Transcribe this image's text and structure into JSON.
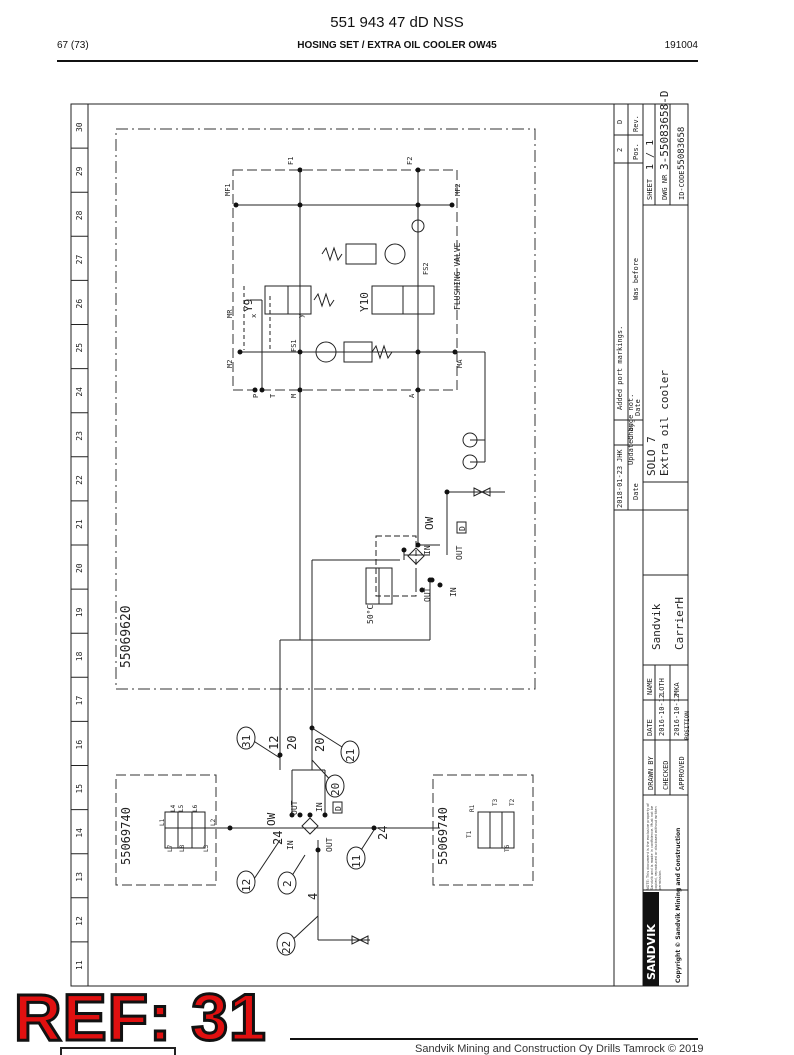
{
  "header": {
    "title": "551 943 47 dD NSS",
    "page": "67 (73)",
    "doc_title": "HOSING SET / EXTRA OIL COOLER OW45",
    "doc_number": "191004"
  },
  "footer": {
    "ref_label": "REF: 31",
    "company_line": "Sandvik Mining and Construction Oy Drills Tamrock © 2019"
  },
  "grid": {
    "columns": [
      "11",
      "12",
      "13",
      "14",
      "15",
      "16",
      "17",
      "18",
      "19",
      "20",
      "21",
      "22",
      "23",
      "24",
      "25",
      "26",
      "27",
      "28",
      "29",
      "30"
    ]
  },
  "diagram": {
    "main_assembly": "55069620",
    "sub_assembly_left": "55069740",
    "sub_assembly_right": "55069740",
    "valve_block_label": "FLUSHING VALVE",
    "thermostat": "50°C",
    "cooler_right": {
      "name": "OW",
      "in": "IN",
      "out": "OUT",
      "in2": "IN",
      "out2": "OUT",
      "tag": "D"
    },
    "cooler_left": {
      "name": "OW",
      "in": "IN",
      "out": "OUT",
      "in2": "IN",
      "out2": "OUT",
      "tag": "D"
    },
    "valves": [
      "Y9",
      "Y10",
      "FS1",
      "FS2"
    ],
    "ports": [
      "P",
      "T",
      "M",
      "A",
      "M2",
      "MA",
      "MR",
      "F1",
      "F2",
      "MF1",
      "MF2",
      "x",
      "y"
    ],
    "left_block_ports": [
      "L1",
      "L2",
      "L3",
      "L4",
      "L5",
      "L6",
      "L7",
      "L8"
    ],
    "right_block_ports": [
      "R1",
      "T1",
      "T2",
      "T3",
      "T6"
    ],
    "balloons": [
      "31",
      "21",
      "20",
      "12",
      "2",
      "11",
      "22"
    ],
    "line_sizes": [
      "12",
      "20",
      "20",
      "24",
      "24",
      "4"
    ]
  },
  "title_block": {
    "revision": {
      "date": "2018-01-23",
      "updated_by": "JHK",
      "change": "Added port markings.",
      "was_before": "Was before"
    },
    "rev_headers": {
      "date": "Date",
      "updated_by": "Updated by",
      "change_not": "Change not.",
      "date2": "Date",
      "pos": "Pos.",
      "rev": "Rev."
    },
    "pos_value": "2",
    "rev_value": "D",
    "product": "SOLO 7",
    "description": "Extra oil cooler",
    "sheet_label": "SHEET",
    "sheet": "1 / 1",
    "dwg_label": "DWG NR",
    "dwg_no": "3-55083658-D",
    "id_label": "ID-CODE",
    "id_code": "55083658",
    "company": "Sandvik",
    "carrier": "CarrierH",
    "position_label": "POSITION",
    "drawn_by": "DRAWN BY",
    "checked": "CHECKED",
    "approved": "APPROVED",
    "drawn_date": "2016-10-12",
    "checked_date": "2016-10-12",
    "drawn_name": "LOTH",
    "checked_name": "MKA",
    "col_date": "DATE",
    "col_name": "NAME",
    "notice": "NOTE: This document is the exclusive property of Sandvik and is made in confidence. Must not be copied, reproduced or disclosed without written permission.",
    "logo": "SANDVIK",
    "copyright": "Copyright © Sandvik Mining and Construction"
  }
}
